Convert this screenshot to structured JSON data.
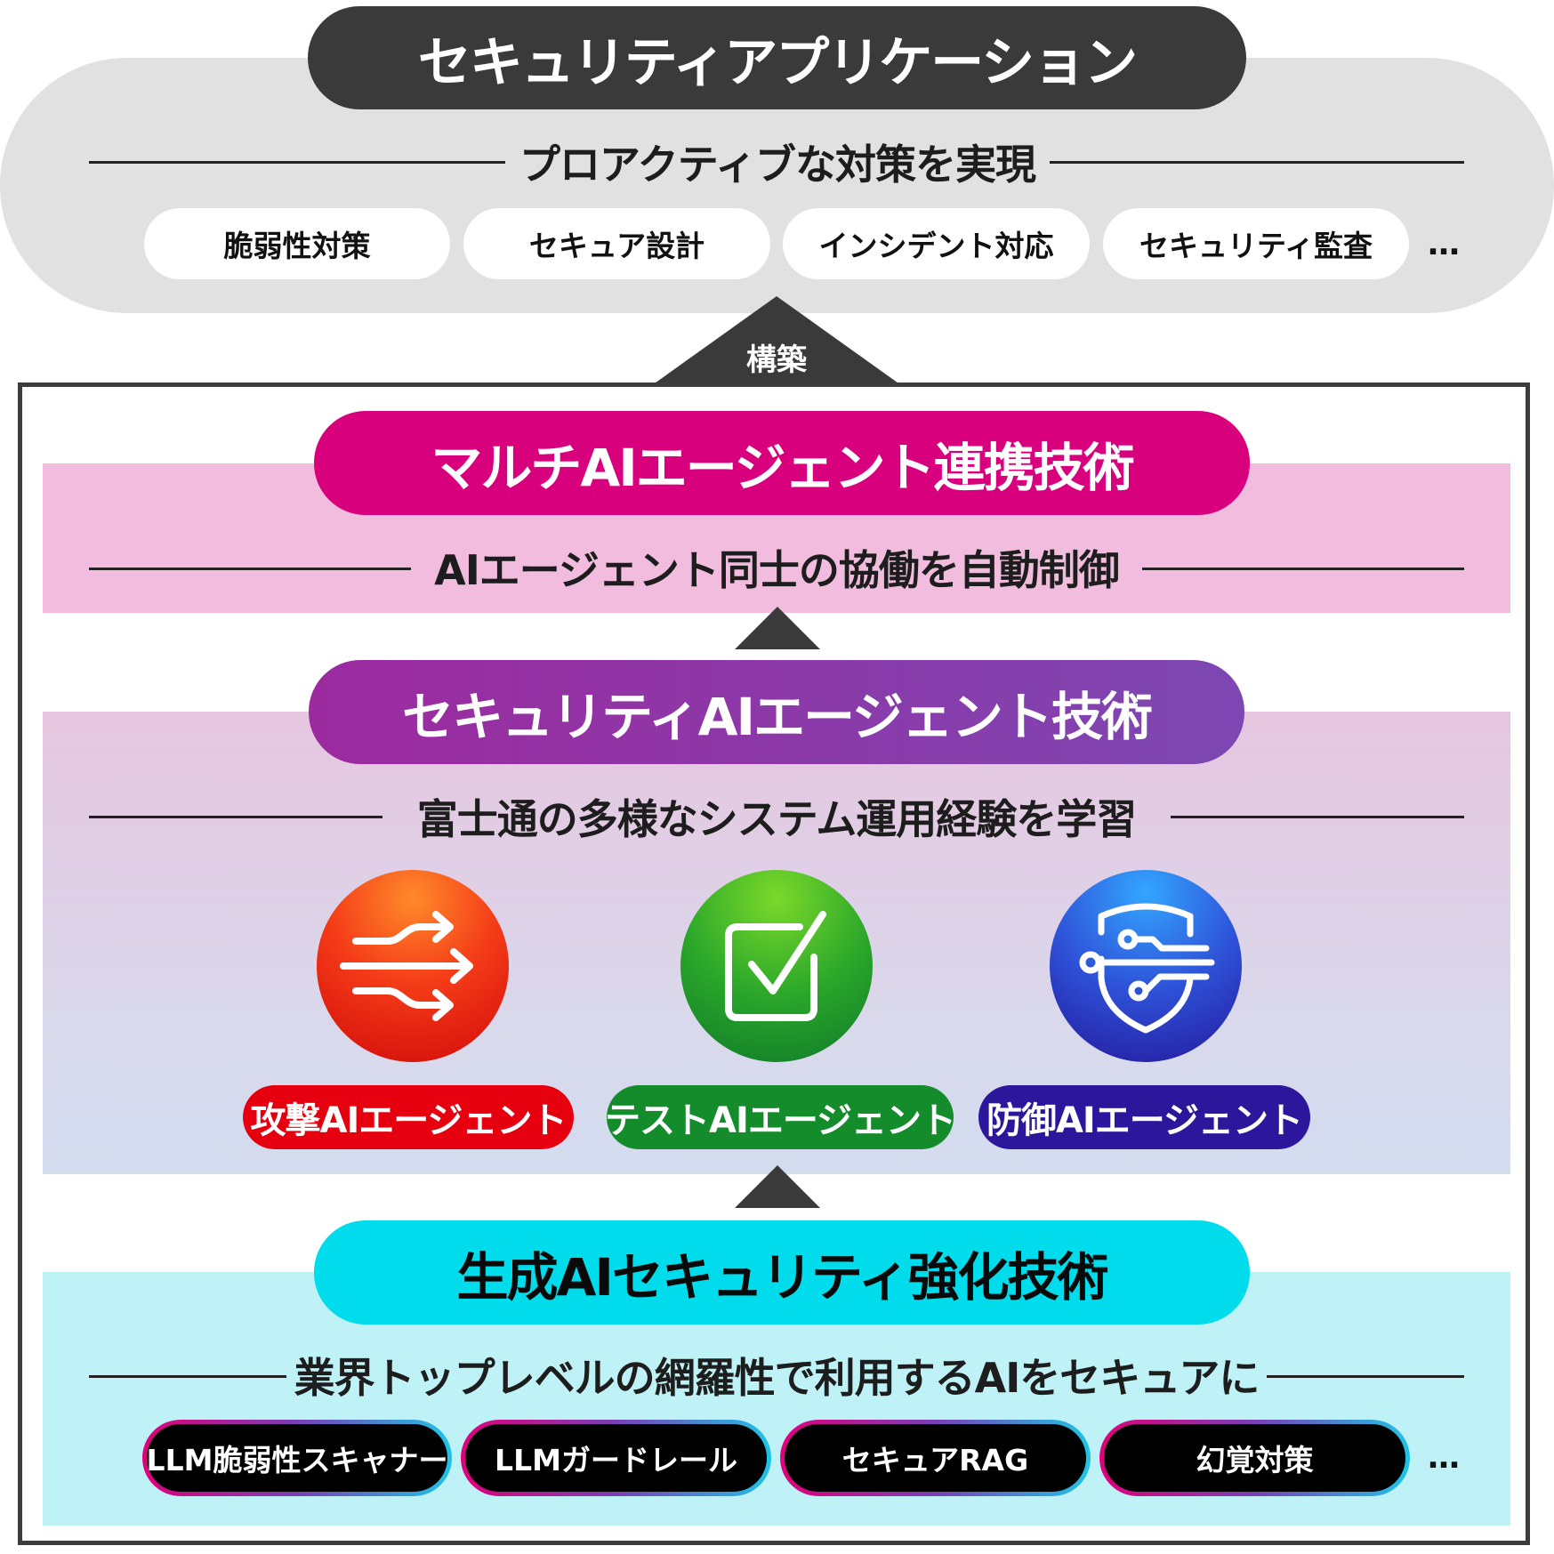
{
  "top": {
    "title": "セキュリティアプリケーション",
    "subtitle": "プロアクティブな対策を実現",
    "items": [
      "脆弱性対策",
      "セキュア設計",
      "インシデント対応",
      "セキュリティ監査"
    ],
    "more": "…"
  },
  "connector": {
    "label": "構築"
  },
  "layers": {
    "multi": {
      "title": "マルチAIエージェント連携技術",
      "subtitle": "AIエージェント同士の協働を自動制御"
    },
    "security": {
      "title": "セキュリティAIエージェント技術",
      "subtitle": "富士通の多様なシステム運用経験を学習",
      "agents": [
        {
          "label": "攻撃AIエージェント",
          "icon": "arrows-icon",
          "color": "#e6000f"
        },
        {
          "label": "テストAIエージェント",
          "icon": "checkbox-icon",
          "color": "#148c2c"
        },
        {
          "label": "防御AIエージェント",
          "icon": "shield-circuit-icon",
          "color": "#2b169c"
        }
      ]
    },
    "genai": {
      "title": "生成AIセキュリティ強化技術",
      "subtitle": "業界トップレベルの網羅性で利用するAIをセキュアに",
      "items": [
        "LLM脆弱性スキャナー",
        "LLMガードレール",
        "セキュアRAG",
        "幻覚対策"
      ],
      "more": "…"
    }
  },
  "colors": {
    "magenta": "#d9007e",
    "purple": "#8a3aa8",
    "cyan": "#00dceb",
    "dark": "#3a3a3a"
  }
}
